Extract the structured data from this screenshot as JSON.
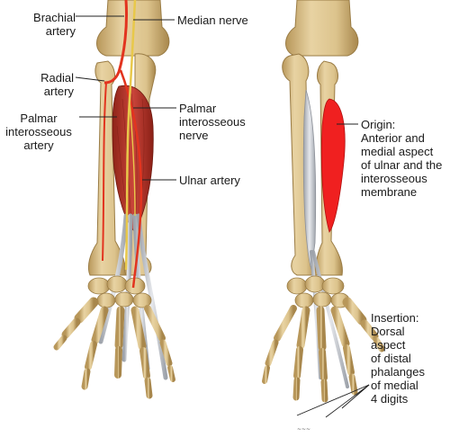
{
  "labels": {
    "brachial_artery": [
      "Brachial",
      "artery"
    ],
    "median_nerve": "Median nerve",
    "radial_artery": [
      "Radial",
      "artery"
    ],
    "palmar_interosseous_artery": [
      "Palmar",
      "interosseous",
      "artery"
    ],
    "palmar_interosseous_nerve": [
      "Palmar",
      "interosseous",
      "nerve"
    ],
    "ulnar_artery": "Ulnar artery",
    "origin": [
      "Origin:",
      "Anterior and",
      "medial aspect",
      "of ulnar and the",
      "interosseous",
      "membrane"
    ],
    "insertion": [
      "Insertion:",
      "Dorsal",
      "aspect",
      "of distal",
      "phalanges",
      "of medial",
      "4 digits"
    ]
  },
  "colors": {
    "bone": "#e2cc9a",
    "bone_shadow": "#b89a5e",
    "muscle": "#c0392b",
    "origin_highlight": "#f02020",
    "tendon": "#c9ccd2",
    "artery": "#e2341f",
    "nerve": "#e8c84a",
    "leader_line": "#222222"
  }
}
